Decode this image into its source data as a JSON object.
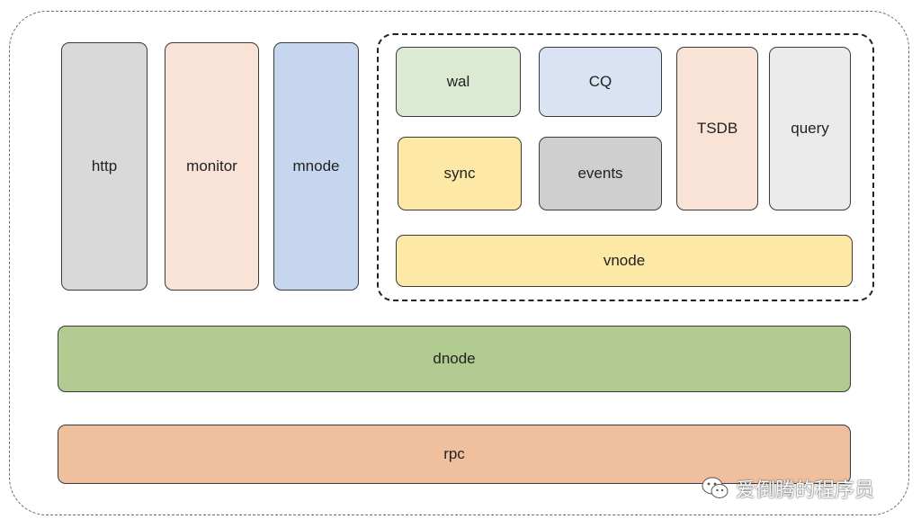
{
  "components": {
    "http": "http",
    "monitor": "monitor",
    "mnode": "mnode",
    "wal": "wal",
    "cq": "CQ",
    "tsdb": "TSDB",
    "query": "query",
    "sync": "sync",
    "events": "events",
    "vnode": "vnode",
    "dnode": "dnode",
    "rpc": "rpc"
  },
  "watermark": {
    "text": "爱倒腾的程序员",
    "icon": "wechat-icon"
  },
  "colors": {
    "http": "#d9d9d9",
    "monitor": "#f9e2d6",
    "mnode": "#c5d6ee",
    "wal": "#dcead4",
    "cq": "#d9e3f4",
    "tsdb": "#f9e2d6",
    "query": "#ebebeb",
    "sync": "#fde8a6",
    "events": "#cfcfcf",
    "vnode": "#fde8a6",
    "dnode": "#b2cb90",
    "rpc": "#f0bf9d"
  }
}
